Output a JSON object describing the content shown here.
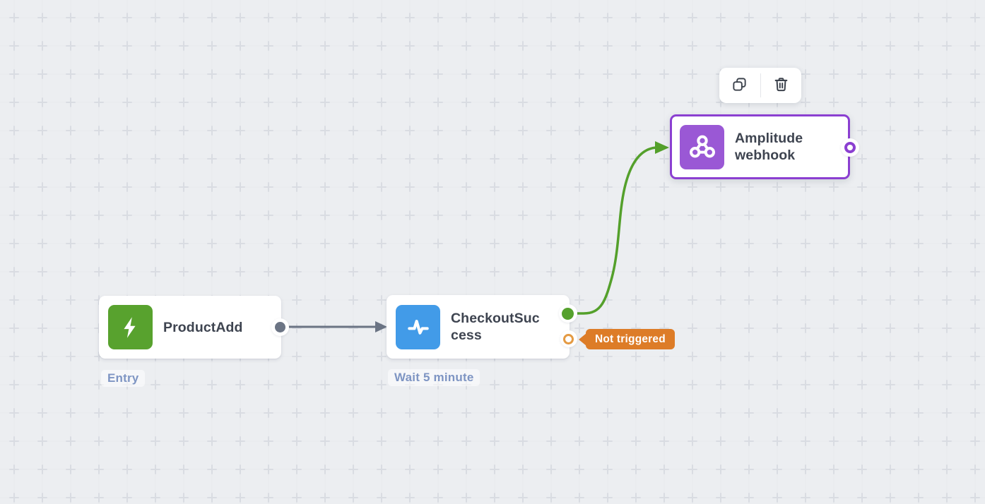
{
  "canvas": {
    "background": "#eceef1",
    "grid_cross_color": "#d9dce2"
  },
  "selection_toolbar": {
    "buttons": [
      {
        "action": "duplicate",
        "icon": "copy-icon"
      },
      {
        "action": "delete",
        "icon": "trash-icon"
      }
    ]
  },
  "nodes": [
    {
      "id": "product-add",
      "title": "ProductAdd",
      "icon": "lightning-bolt-icon",
      "icon_bg": "#58a22e",
      "footer_label": "Entry",
      "out_port_color": "#6b7484"
    },
    {
      "id": "checkout-success",
      "title": "CheckoutSuccess",
      "title_lines": [
        "CheckoutSuc",
        "cess"
      ],
      "icon": "activity-pulse-icon",
      "icon_bg": "#429be8",
      "footer_label": "Wait 5 minute",
      "out_port_true_color": "#55a12d",
      "out_port_false_color": "#e49a43"
    },
    {
      "id": "amplitude-webhook",
      "title": "Amplitude webhook",
      "title_lines": [
        "Amplitude",
        "webhook"
      ],
      "icon": "webhook-icon",
      "icon_bg": "#9a58d5",
      "selected": true,
      "selection_border": "#8b3fd1",
      "out_port_color": "#8b3fd1"
    }
  ],
  "edges": [
    {
      "from": "product-add",
      "to": "checkout-success",
      "color": "#6b7484"
    },
    {
      "from": "checkout-success",
      "to": "amplitude-webhook",
      "color": "#54a02b"
    }
  ],
  "status_badge": {
    "text": "Not triggered",
    "bg": "#dd7c27",
    "text_color": "#ffffff"
  }
}
